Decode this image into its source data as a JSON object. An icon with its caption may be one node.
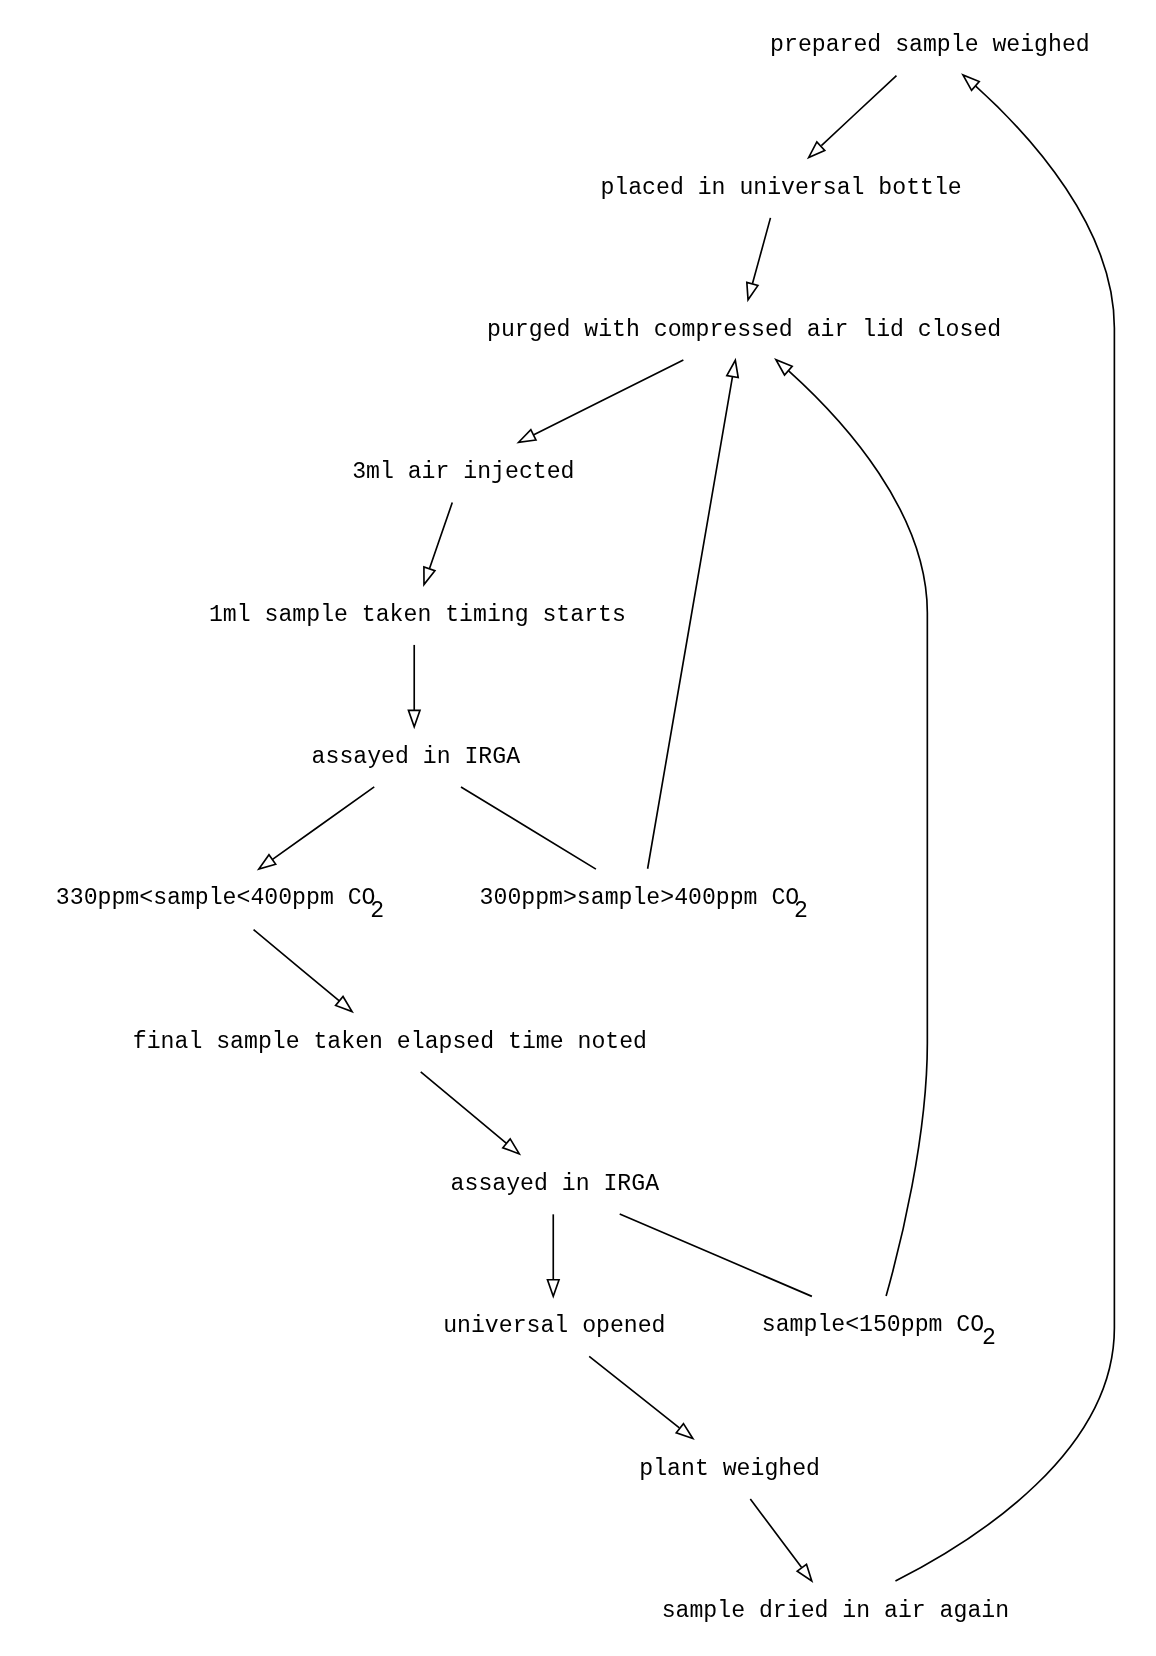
{
  "diagram": {
    "nodes": [
      {
        "text": [
          "prepared sample weighed"
        ]
      },
      {
        "text": [
          "placed in universal bottle"
        ]
      },
      {
        "text": [
          "purged with compressed air lid closed"
        ]
      },
      {
        "text": [
          "3ml air injected"
        ]
      },
      {
        "text": [
          "1ml sample taken timing starts"
        ]
      },
      {
        "text": [
          "assayed in IRGA"
        ]
      },
      {
        "text": [
          "300ppm>sample>400ppm CO$_{2}$"
        ]
      },
      {
        "text": [
          "sample<150ppm CO$_{2}$"
        ]
      },
      {
        "text": [
          "330ppm<sample<400ppm CO$_{2}$"
        ]
      },
      {
        "text": [
          "final sample taken elapsed time noted"
        ]
      },
      {
        "text": [
          "assayed in IRGA"
        ]
      },
      {
        "text": [
          "universal opened"
        ]
      },
      {
        "text": [
          "plant weighed"
        ]
      },
      {
        "text": [
          "sample dried in air again"
        ]
      }
    ],
    "edges": [
      {
        "from": 0,
        "to": 1,
        "arrow": "to"
      },
      {
        "from": 1,
        "to": 2,
        "arrow": "to"
      },
      {
        "from": 2,
        "to": 3,
        "arrow": "to"
      },
      {
        "from": 3,
        "to": 4,
        "arrow": "to"
      },
      {
        "from": 4,
        "to": 5,
        "arrow": "to"
      },
      {
        "from": 5,
        "to": 6,
        "arrow": "none"
      },
      {
        "from": 6,
        "to": 2,
        "arrow": "to"
      },
      {
        "from": 5,
        "to": 8,
        "arrow": "to"
      },
      {
        "from": 8,
        "to": 9,
        "arrow": "to"
      },
      {
        "from": 9,
        "to": 10,
        "arrow": "to"
      },
      {
        "from": 10,
        "to": 7,
        "arrow": "none"
      },
      {
        "from": 7,
        "to": 2,
        "arrow": "to"
      },
      {
        "from": 10,
        "to": 11,
        "arrow": "to"
      },
      {
        "from": 11,
        "to": 12,
        "arrow": "to"
      },
      {
        "from": 12,
        "to": 13,
        "arrow": "to"
      },
      {
        "from": 13,
        "to": 0,
        "arrow": "to"
      }
    ]
  }
}
